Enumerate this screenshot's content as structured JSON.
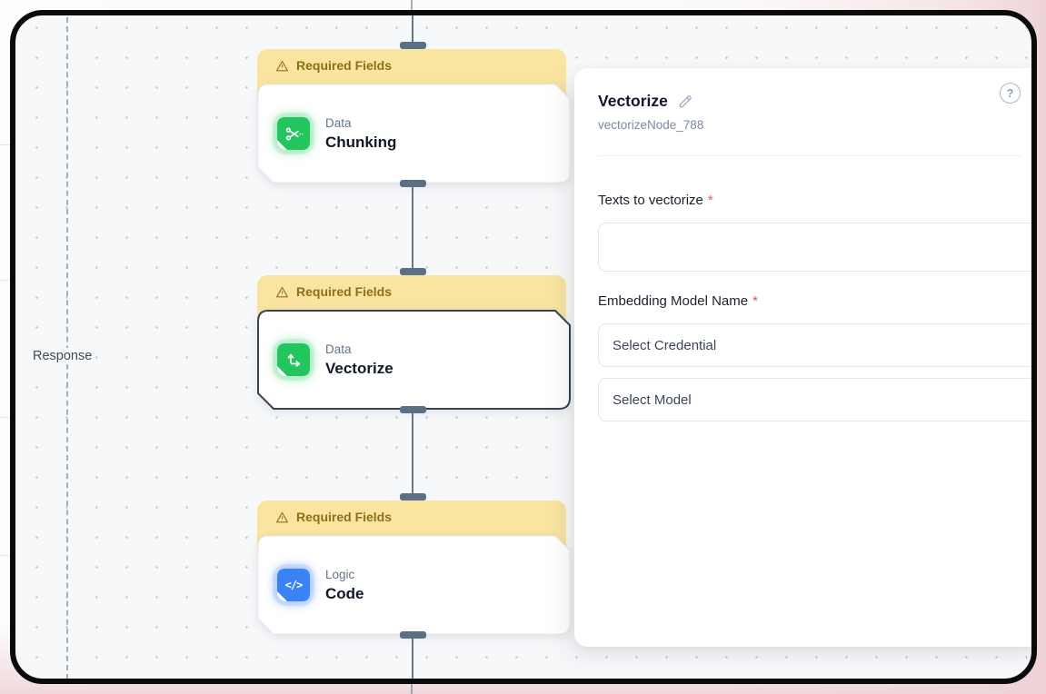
{
  "canvas": {
    "response_label": "Response",
    "nodes": [
      {
        "banner": "Required Fields",
        "category": "Data",
        "title": "Chunking"
      },
      {
        "banner": "Required Fields",
        "category": "Data",
        "title": "Vectorize"
      },
      {
        "banner": "Required Fields",
        "category": "Logic",
        "title": "Code",
        "glyph": "</>"
      }
    ]
  },
  "panel": {
    "title": "Vectorize",
    "node_id": "vectorizeNode_788",
    "help_glyph": "?",
    "required_marker": "*",
    "fields": {
      "texts_label": "Texts to vectorize",
      "embedding_label": "Embedding Model Name",
      "credential_value": "Select Credential",
      "model_value": "Select Model"
    }
  },
  "colors": {
    "data_accent": "#22c55e",
    "logic_accent": "#3b82f6",
    "banner_bg": "#f9e5a0",
    "banner_text": "#8f6e1a",
    "connector": "#5b7084",
    "selected_node_border": "#374357",
    "required_red": "#e25555"
  }
}
